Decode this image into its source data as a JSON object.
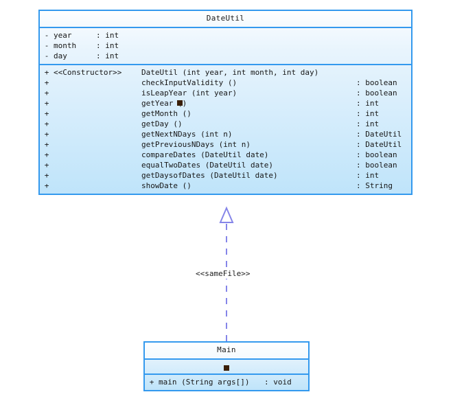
{
  "diagram": {
    "type": "uml-class-diagram",
    "classes": [
      {
        "id": "dateutil",
        "name": "DateUtil",
        "attributes": [
          {
            "visibility": "-",
            "name": "year",
            "sep": ":",
            "type": "int"
          },
          {
            "visibility": "-",
            "name": "month",
            "sep": ":",
            "type": "int"
          },
          {
            "visibility": "-",
            "name": "day",
            "sep": ":",
            "type": "int"
          }
        ],
        "methods": [
          {
            "visibility": "+",
            "stereotype": "<<Constructor>>",
            "signature": "DateUtil (int year, int month, int day)",
            "sep": "",
            "type": "",
            "marker": false
          },
          {
            "visibility": "+",
            "stereotype": "",
            "signature": "checkInputValidity ()",
            "sep": ":",
            "type": "boolean",
            "marker": false
          },
          {
            "visibility": "+",
            "stereotype": "",
            "signature": "isLeapYear (int year)",
            "sep": ":",
            "type": "boolean",
            "marker": false
          },
          {
            "visibility": "+",
            "stereotype": "",
            "signature": "getYear ()",
            "sep": ":",
            "type": "int",
            "marker": true
          },
          {
            "visibility": "+",
            "stereotype": "",
            "signature": "getMonth ()",
            "sep": ":",
            "type": "int",
            "marker": false
          },
          {
            "visibility": "+",
            "stereotype": "",
            "signature": "getDay ()",
            "sep": ":",
            "type": "int",
            "marker": false
          },
          {
            "visibility": "+",
            "stereotype": "",
            "signature": "getNextNDays (int n)",
            "sep": ":",
            "type": "DateUtil",
            "marker": false
          },
          {
            "visibility": "+",
            "stereotype": "",
            "signature": "getPreviousNDays (int n)",
            "sep": ":",
            "type": "DateUtil",
            "marker": false
          },
          {
            "visibility": "+",
            "stereotype": "",
            "signature": "compareDates (DateUtil date)",
            "sep": ":",
            "type": "boolean",
            "marker": false
          },
          {
            "visibility": "+",
            "stereotype": "",
            "signature": "equalTwoDates (DateUtil date)",
            "sep": ":",
            "type": "boolean",
            "marker": false
          },
          {
            "visibility": "+",
            "stereotype": "",
            "signature": "getDaysofDates (DateUtil date)",
            "sep": ":",
            "type": "int",
            "marker": false
          },
          {
            "visibility": "+",
            "stereotype": "",
            "signature": "showDate ()",
            "sep": ":",
            "type": "String",
            "marker": false
          }
        ]
      },
      {
        "id": "main",
        "name": "Main",
        "attributes_marker": true,
        "methods": [
          {
            "visibility": "+",
            "signature": "main (String args[])",
            "sep": ":",
            "type": "void"
          }
        ]
      }
    ],
    "relationship": {
      "label": "<<sameFile>>",
      "style": "dashed",
      "arrowhead": "hollow-triangle",
      "from": "main",
      "to": "dateutil"
    },
    "colors": {
      "border": "#3399ee",
      "fill_top": "#fbfdff",
      "fill_bottom": "#bfe4fa",
      "connector": "#8585e8",
      "text": "#161616",
      "marker": "#3a1f08"
    }
  }
}
